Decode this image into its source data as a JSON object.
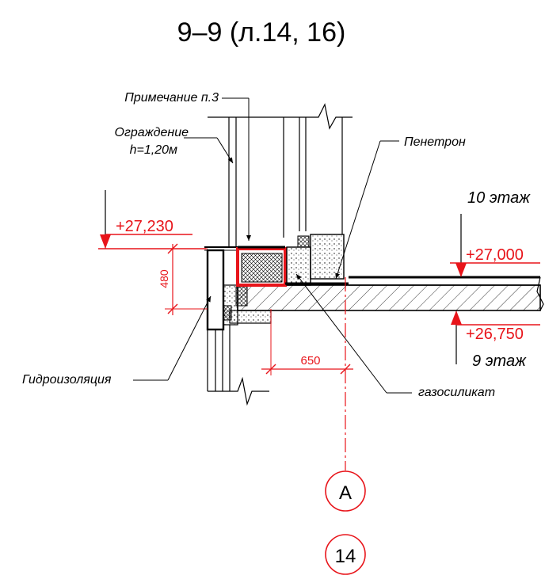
{
  "title": "9–9 (л.14, 16)",
  "labels": {
    "note": "Примечание п.3",
    "railing_line1": "Ограждение",
    "railing_line2": "h=1,20м",
    "penetron": "Пенетрон",
    "waterproofing": "Гидроизоляция",
    "aerated": "газосиликат"
  },
  "floors": {
    "upper": "10 этаж",
    "lower": "9 этаж"
  },
  "elevations": {
    "left_top": "+27,230",
    "right_top": "+27,000",
    "right_bottom": "+26,750"
  },
  "dimensions": {
    "height": "480",
    "width": "650"
  },
  "axes": {
    "letter": "А",
    "number": "14"
  },
  "colors": {
    "red": "#e8141a",
    "black": "#000000"
  }
}
